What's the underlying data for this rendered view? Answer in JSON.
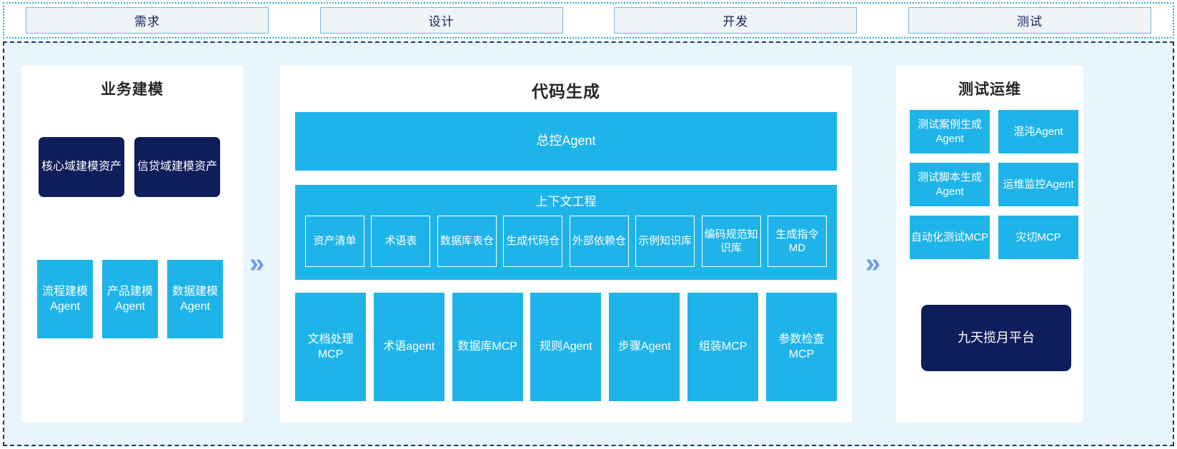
{
  "phases": [
    {
      "label": "需求"
    },
    {
      "label": "设计"
    },
    {
      "label": "开发"
    },
    {
      "label": "测试"
    }
  ],
  "arrows": {
    "glyph": "»"
  },
  "colors": {
    "accent_blue": "#1fb4e9",
    "navy": "#0e1e5b",
    "panel_bg": "#ffffff",
    "canvas_bg": "#e9f5fd",
    "phase_fill": "#f0f4f7",
    "phase_border": "#79b4d2",
    "arrow": "#6e9bee"
  },
  "left_panel": {
    "title": "业务建模",
    "assets": [
      {
        "label": "核心域建模资产"
      },
      {
        "label": "信贷域建模资产"
      }
    ],
    "agents": [
      {
        "label": "流程建模Agent"
      },
      {
        "label": "产品建模Agent"
      },
      {
        "label": "数据建模Agent"
      }
    ]
  },
  "middle_panel": {
    "title": "代码生成",
    "banner": {
      "label": "总控Agent"
    },
    "context": {
      "title": "上下文工程",
      "items": [
        {
          "label": "资产清单"
        },
        {
          "label": "术语表"
        },
        {
          "label": "数据库表仓"
        },
        {
          "label": "生成代码仓"
        },
        {
          "label": "外部依赖仓"
        },
        {
          "label": "示例知识库"
        },
        {
          "label": "编码规范知识库"
        },
        {
          "label": "生成指令MD"
        }
      ]
    },
    "tools": [
      {
        "label": "文档处理MCP"
      },
      {
        "label": "术语agent"
      },
      {
        "label": "数据库MCP"
      },
      {
        "label": "规则Agent"
      },
      {
        "label": "步骤Agent"
      },
      {
        "label": "组装MCP"
      },
      {
        "label": "参数检查MCP"
      }
    ]
  },
  "right_panel": {
    "title": "测试运维",
    "items": [
      {
        "label": "测试案例生成Agent"
      },
      {
        "label": "混沌Agent"
      },
      {
        "label": "测试脚本生成Agent"
      },
      {
        "label": "运维监控Agent"
      },
      {
        "label": "自动化测试MCP"
      },
      {
        "label": "灾切MCP"
      }
    ],
    "platform": {
      "label": "九天揽月平台"
    }
  }
}
